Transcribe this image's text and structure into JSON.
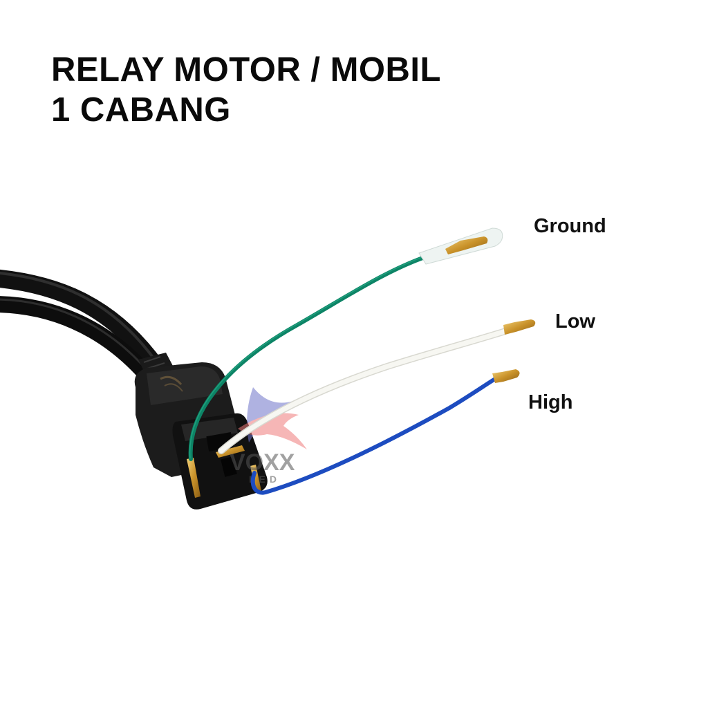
{
  "title": {
    "line1": "RELAY MOTOR / MOBIL",
    "line2": "1 CABANG"
  },
  "labels": {
    "ground": "Ground",
    "low": "Low",
    "high": "High"
  },
  "watermark": {
    "brand": "VOXX",
    "sub": "LED"
  },
  "colors": {
    "ground_wire": "#0f8a6a",
    "low_wire": "#f2f2ec",
    "high_wire": "#1f4fc4",
    "connector": "#1b1b1b",
    "terminal": "#d4a531"
  }
}
